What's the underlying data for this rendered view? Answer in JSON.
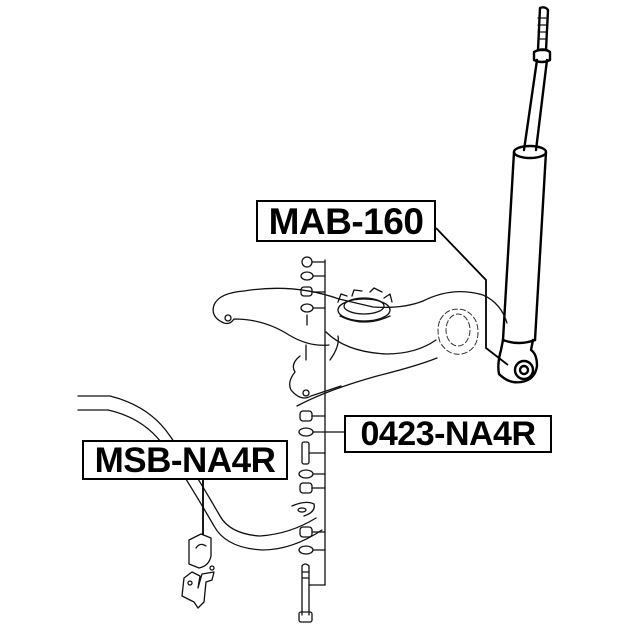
{
  "diagram": {
    "type": "exploded-parts-diagram",
    "labels": [
      {
        "id": "shock-bushing",
        "part_number": "MAB-160",
        "points_to": "shock absorber lower bushing"
      },
      {
        "id": "link-bushing",
        "part_number": "0423-NA4R",
        "points_to": "stabilizer link bushing / washer stack"
      },
      {
        "id": "stabilizer-bushing",
        "part_number": "MSB-NA4R",
        "points_to": "stabilizer bar bushing"
      }
    ],
    "components": [
      "shock-absorber",
      "lower-control-arm",
      "spring-seat",
      "stabilizer-bar",
      "stabilizer-bushing",
      "stabilizer-bracket",
      "link-bolt",
      "link-washers",
      "link-spacer"
    ],
    "colors": {
      "line": "#000000",
      "background": "#ffffff"
    }
  }
}
